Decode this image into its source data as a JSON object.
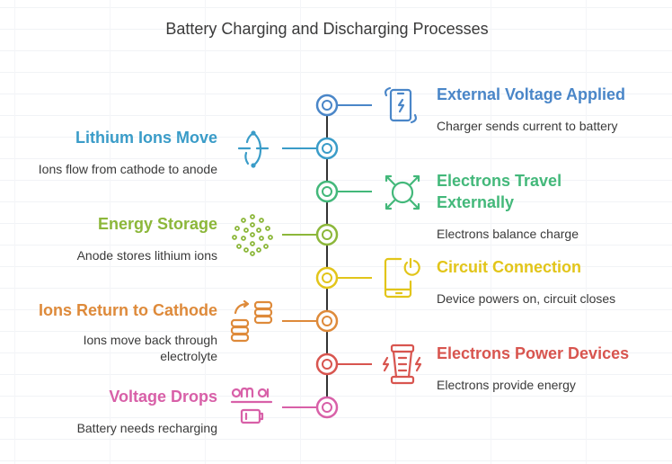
{
  "title": "Battery Charging and Discharging Processes",
  "colors": {
    "blue": "#4a86c8",
    "teal": "#3a9cc8",
    "green": "#43b87a",
    "lime": "#8cb73a",
    "yellow": "#e2c51a",
    "orange": "#de8a3a",
    "red": "#d8554f",
    "pink": "#d860a8",
    "axis": "#333333"
  },
  "steps": [
    {
      "heading": "External Voltage Applied",
      "desc": "Charger sends current to battery",
      "icon": "charging-phone-icon"
    },
    {
      "heading": "Lithium Ions Move",
      "desc": "Ions flow from cathode to anode",
      "icon": "ion-flow-icon"
    },
    {
      "heading": "Electrons Travel Externally",
      "desc": "Electrons balance charge",
      "icon": "electron-orbit-icon"
    },
    {
      "heading": "Energy Storage",
      "desc": "Anode stores lithium ions",
      "icon": "dot-cluster-icon"
    },
    {
      "heading": "Circuit Connection",
      "desc": "Device powers on, circuit closes",
      "icon": "power-phone-icon"
    },
    {
      "heading": "Ions Return to Cathode",
      "desc": "Ions move back through electrolyte",
      "icon": "stack-return-icon"
    },
    {
      "heading": "Electrons Power Devices",
      "desc": "Electrons provide energy",
      "icon": "power-stack-icon"
    },
    {
      "heading": "Voltage Drops",
      "desc": "Battery needs recharging",
      "icon": "low-battery-icon"
    }
  ]
}
